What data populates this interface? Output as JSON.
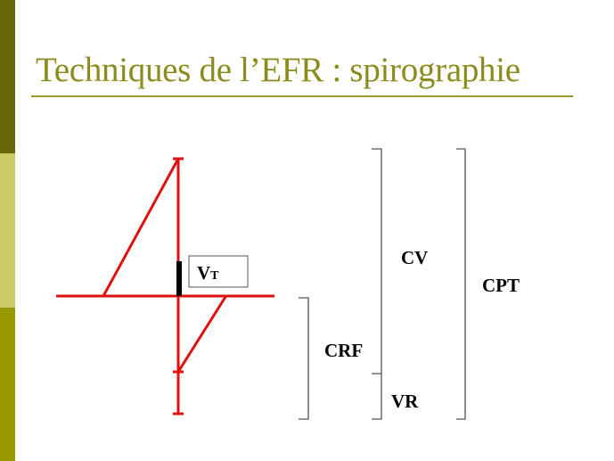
{
  "title": "Techniques de l’EFR : spirographie",
  "colors": {
    "accent_dark": "#66660a",
    "accent_light": "#cccc66",
    "accent_mid": "#999900",
    "trace": "#e01010",
    "title": "#8c8c1e"
  },
  "diagram": {
    "vt_label": "V",
    "vt_sub": "T",
    "labels": {
      "cv": "CV",
      "cpt": "CPT",
      "crf": "CRF",
      "vr": "VR"
    }
  }
}
